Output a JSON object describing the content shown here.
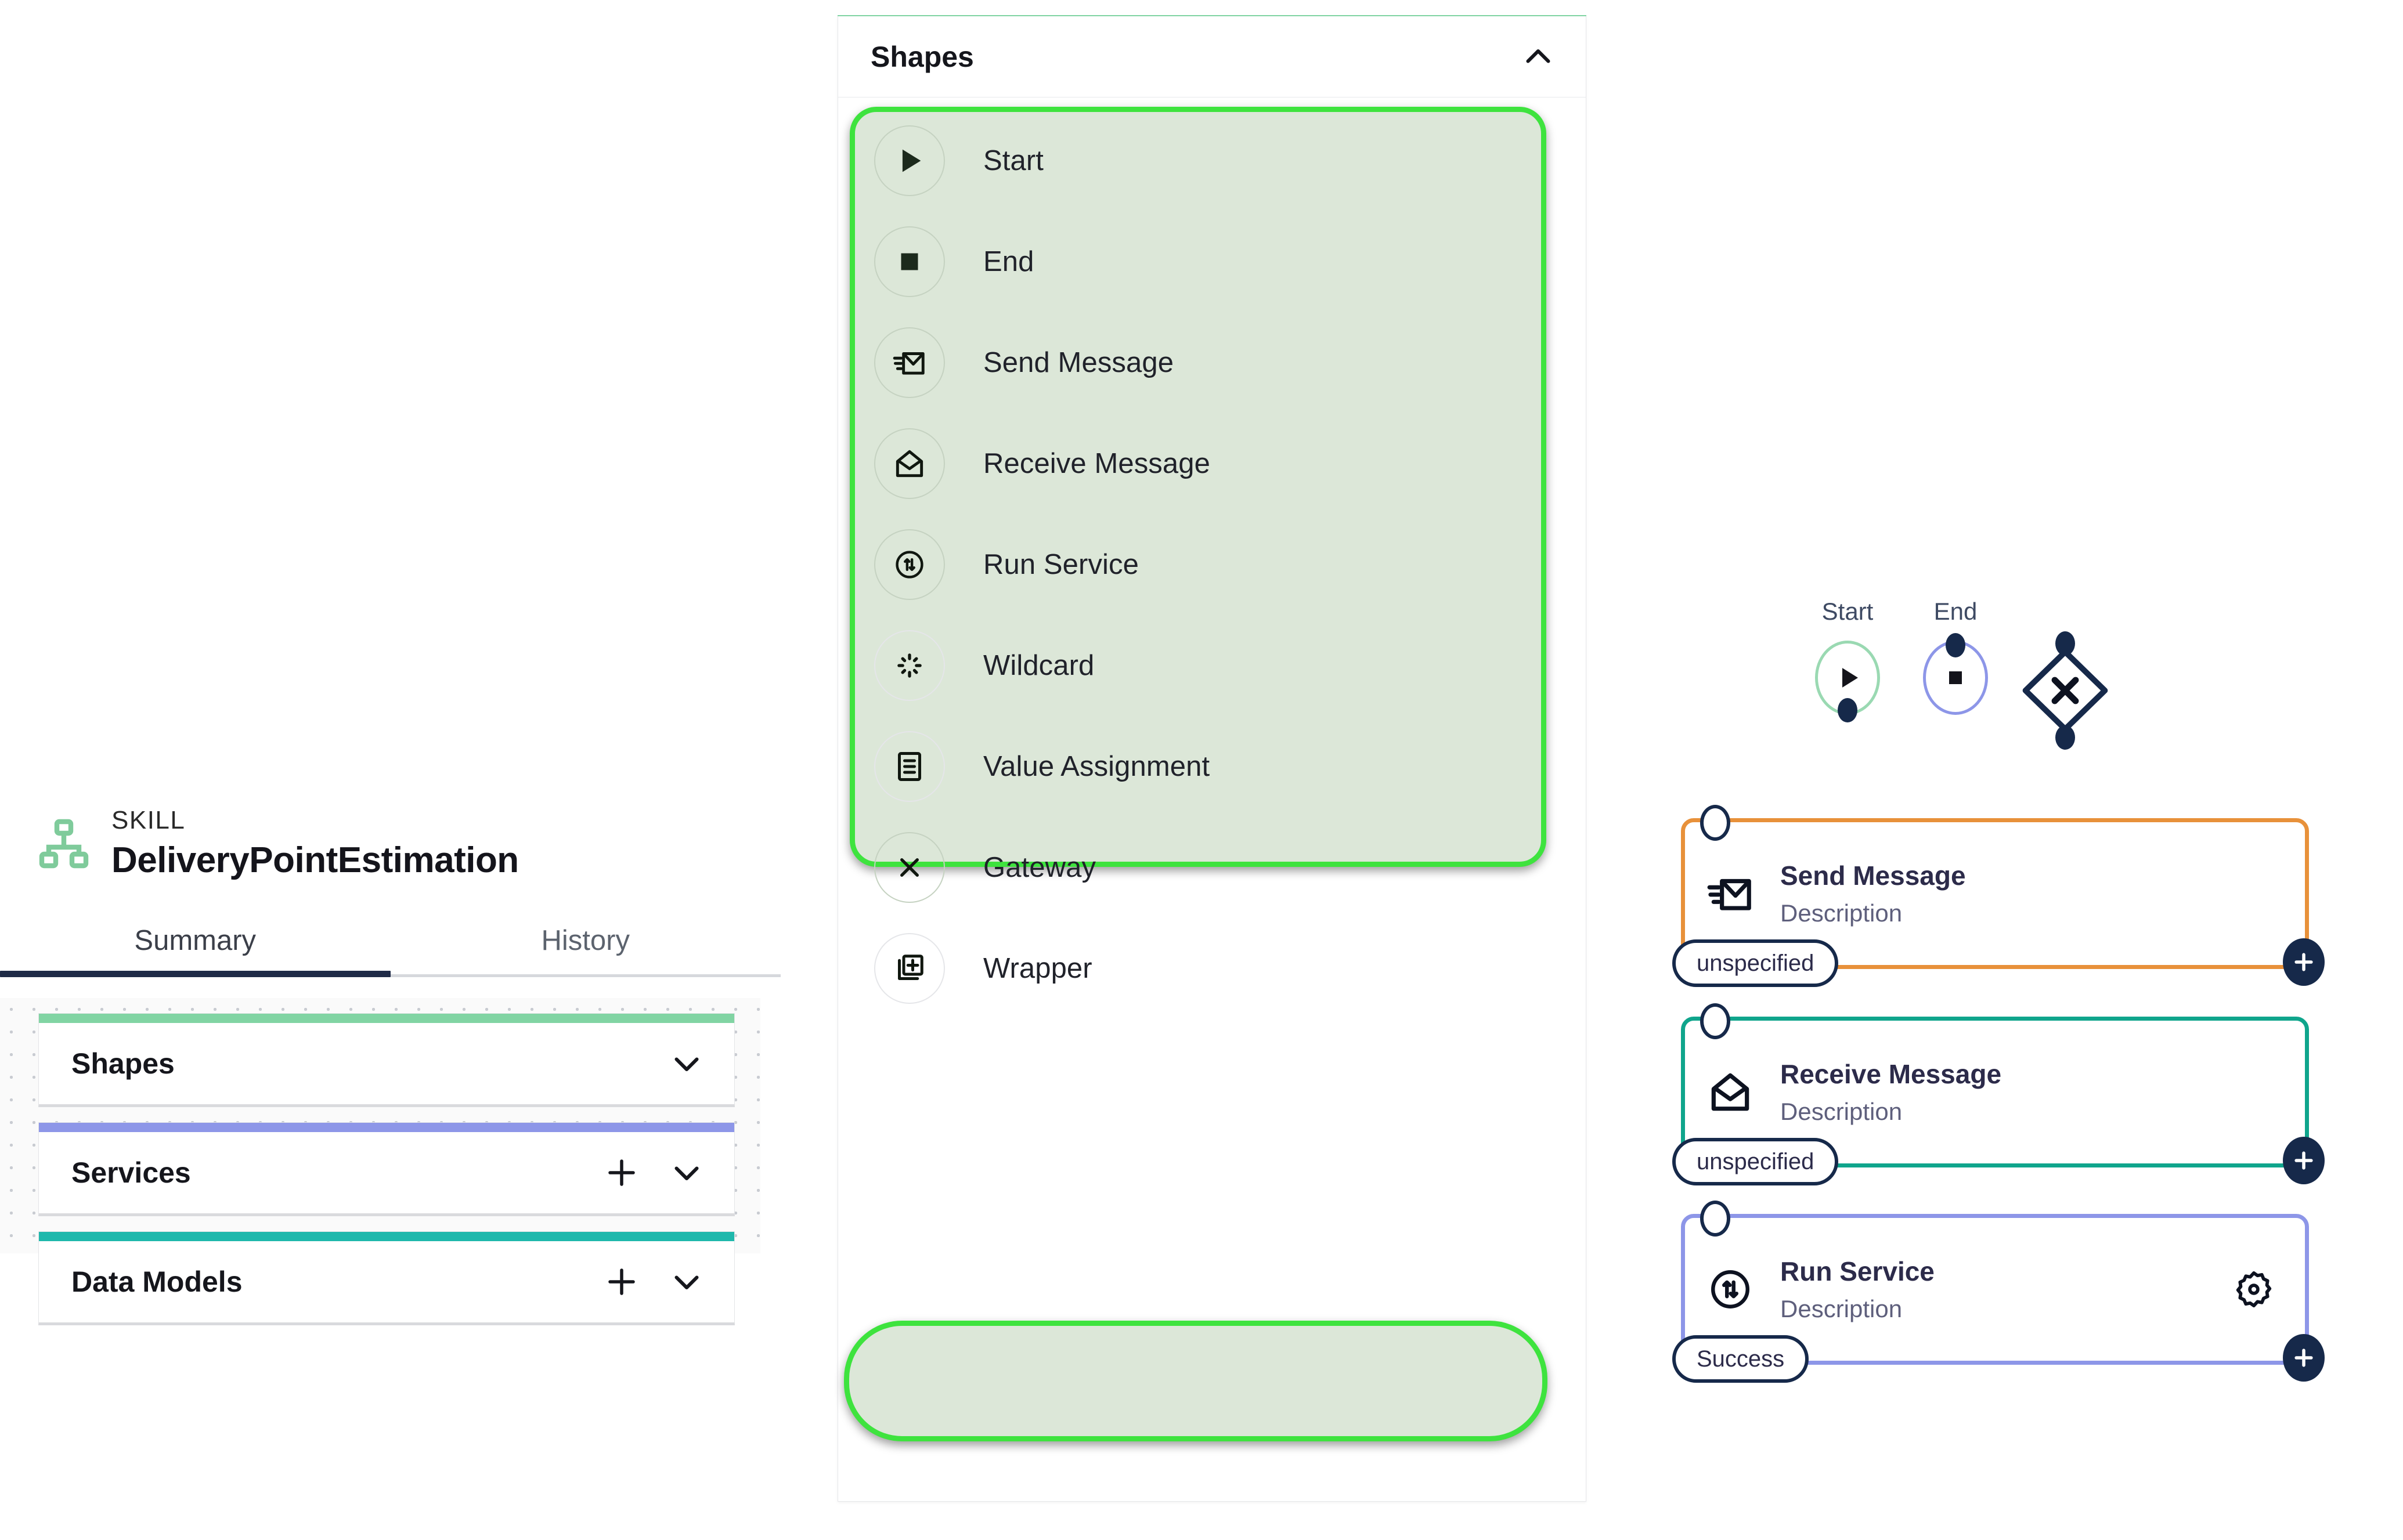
{
  "left_panel": {
    "skill_kicker": "SKILL",
    "skill_title": "DeliveryPointEstimation",
    "skill_icon": "hierarchy-icon",
    "tabs": [
      {
        "label": "Summary",
        "active": true
      },
      {
        "label": "History",
        "active": false
      }
    ],
    "accordions": [
      {
        "label": "Shapes",
        "accent": "#81d4a3",
        "has_add": false,
        "chevron": "chevron-down-icon"
      },
      {
        "label": "Services",
        "accent": "#8d96e8",
        "has_add": true,
        "chevron": "chevron-down-icon"
      },
      {
        "label": "Data Models",
        "accent": "#1fb8ac",
        "has_add": true,
        "chevron": "chevron-down-icon"
      }
    ]
  },
  "shapes_panel": {
    "title": "Shapes",
    "accent": "#81d4a3",
    "chevron": "chevron-up-icon",
    "expanded": true,
    "items": [
      {
        "label": "Start",
        "icon": "play-icon",
        "selected": true
      },
      {
        "label": "End",
        "icon": "stop-square-icon",
        "selected": true
      },
      {
        "label": "Send Message",
        "icon": "send-message-icon",
        "selected": true
      },
      {
        "label": "Receive Message",
        "icon": "open-envelope-icon",
        "selected": true
      },
      {
        "label": "Run Service",
        "icon": "service-sync-icon",
        "selected": true
      },
      {
        "label": "Wildcard",
        "icon": "wildcard-icon",
        "selected": false
      },
      {
        "label": "Value Assignment",
        "icon": "document-list-icon",
        "selected": false
      },
      {
        "label": "Gateway",
        "icon": "x-close-icon",
        "selected": true
      },
      {
        "label": "Wrapper",
        "icon": "wrapper-plus-icon",
        "selected": false
      }
    ],
    "selection_color": "#3ee33e",
    "selection_fill": "#dce7d8"
  },
  "diagram": {
    "nodes": [
      {
        "label": "Start",
        "icon": "play-icon",
        "ring_color": "#9ad9b2",
        "port": "bottom"
      },
      {
        "label": "End",
        "icon": "stop-square-icon",
        "ring_color": "#8d96e8",
        "port": "top"
      },
      {
        "label": "",
        "icon": "x-close-icon",
        "ring_color": "#16294a",
        "port": "both",
        "shape": "diamond"
      }
    ],
    "cards": [
      {
        "title": "Send Message",
        "description": "Description",
        "icon": "send-message-icon",
        "border_color": "#e8913a",
        "pill": "unspecified",
        "has_gear": false,
        "add_button": "plus-icon"
      },
      {
        "title": "Receive Message",
        "description": "Description",
        "icon": "open-envelope-icon",
        "border_color": "#0fa58c",
        "pill": "unspecified",
        "has_gear": false,
        "add_button": "plus-icon"
      },
      {
        "title": "Run Service",
        "description": "Description",
        "icon": "service-sync-icon",
        "border_color": "#8d96e8",
        "pill": "Success",
        "has_gear": true,
        "gear_icon": "gear-icon",
        "add_button": "plus-icon"
      }
    ]
  }
}
